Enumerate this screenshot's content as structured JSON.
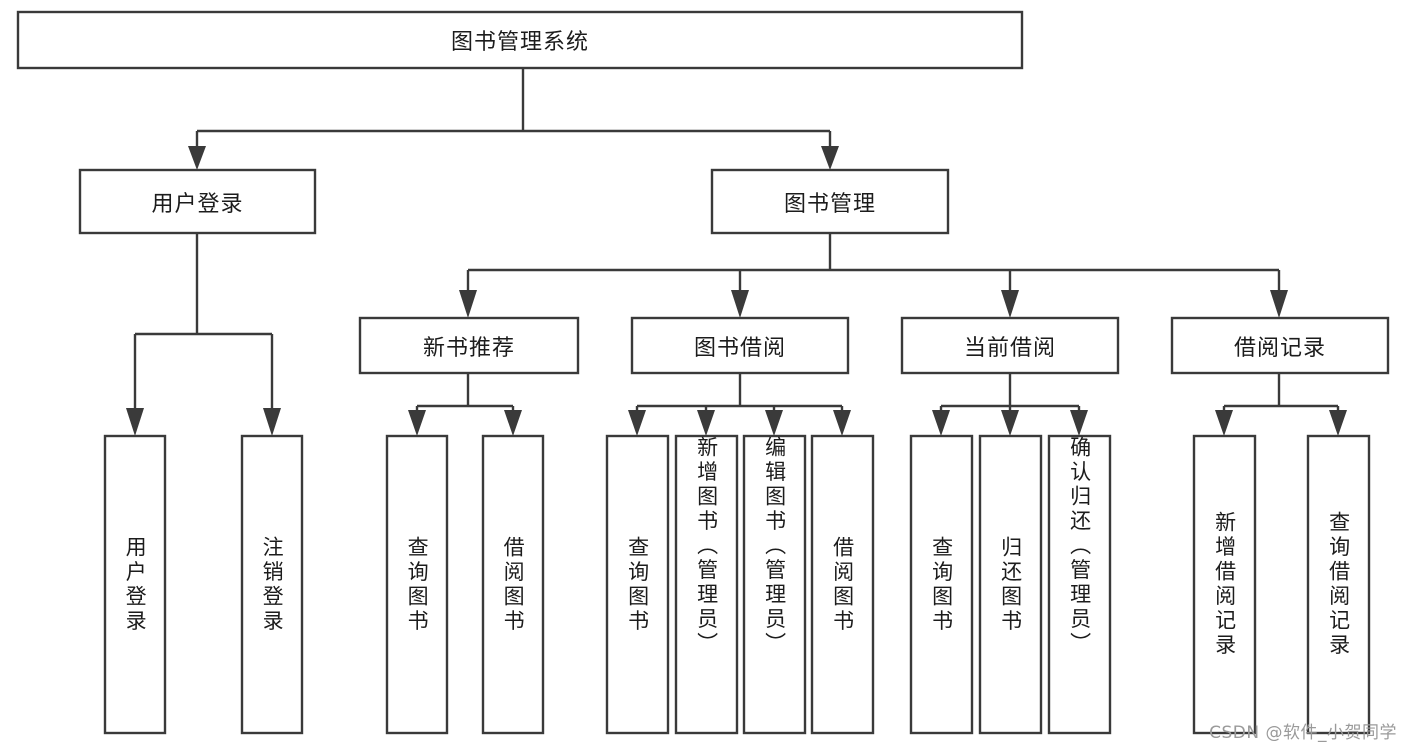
{
  "diagram": {
    "type": "tree-hierarchy-chart",
    "title": "图书管理系统",
    "orientation": "top-down",
    "colors": {
      "box_stroke": "#3a3a3a",
      "box_fill": "#ffffff",
      "connector": "#3a3a3a",
      "text": "#1c1c1c",
      "watermark": "#9a9a9a",
      "background": "#ffffff"
    },
    "root": {
      "label": "图书管理系统",
      "orientation": "horizontal"
    },
    "level2": [
      {
        "label": "用户登录",
        "orientation": "horizontal"
      },
      {
        "label": "图书管理",
        "orientation": "horizontal"
      }
    ],
    "level3": [
      {
        "label": "新书推荐",
        "orientation": "horizontal"
      },
      {
        "label": "图书借阅",
        "orientation": "horizontal"
      },
      {
        "label": "当前借阅",
        "orientation": "horizontal"
      },
      {
        "label": "借阅记录",
        "orientation": "horizontal"
      }
    ],
    "leaves": {
      "user_login": [
        {
          "label": "用户登录",
          "orientation": "vertical"
        },
        {
          "label": "注销登录",
          "orientation": "vertical"
        }
      ],
      "new_book_recommend": [
        {
          "label": "查询图书",
          "orientation": "vertical"
        },
        {
          "label": "借阅图书",
          "orientation": "vertical"
        }
      ],
      "book_borrow": [
        {
          "label": "查询图书",
          "orientation": "vertical"
        },
        {
          "label": "新增图书（管理员）",
          "orientation": "vertical"
        },
        {
          "label": "编辑图书（管理员）",
          "orientation": "vertical"
        },
        {
          "label": "借阅图书",
          "orientation": "vertical"
        }
      ],
      "current_borrow": [
        {
          "label": "查询图书",
          "orientation": "vertical"
        },
        {
          "label": "归还图书",
          "orientation": "vertical"
        },
        {
          "label": "确认归还（管理员）",
          "orientation": "vertical"
        }
      ],
      "borrow_record": [
        {
          "label": "新增借阅记录",
          "orientation": "vertical"
        },
        {
          "label": "查询借阅记录",
          "orientation": "vertical"
        }
      ]
    }
  },
  "watermark": {
    "text": "CSDN @软件_小贺同学"
  }
}
